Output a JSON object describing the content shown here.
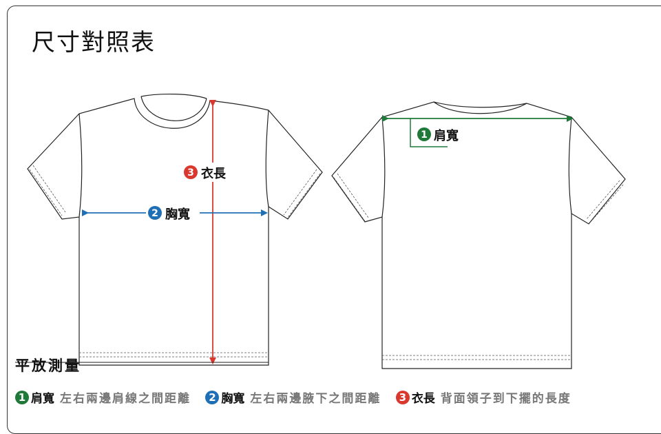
{
  "title": "尺寸對照表",
  "flat_measure_label": "平放測量",
  "callouts": {
    "shoulder": {
      "num": "1",
      "label": "肩寬"
    },
    "chest": {
      "num": "2",
      "label": "胸寬"
    },
    "length": {
      "num": "3",
      "label": "衣長"
    }
  },
  "legend": [
    {
      "num": "1",
      "label": "肩寬",
      "desc": "左右兩邊肩線之間距離"
    },
    {
      "num": "2",
      "label": "胸寬",
      "desc": "左右兩邊腋下之間距離"
    },
    {
      "num": "3",
      "label": "衣長",
      "desc": "背面領子到下擺的長度"
    }
  ],
  "colors": {
    "shoulder": "#1f7a3a",
    "chest": "#1e6fb5",
    "length": "#d9382f"
  }
}
